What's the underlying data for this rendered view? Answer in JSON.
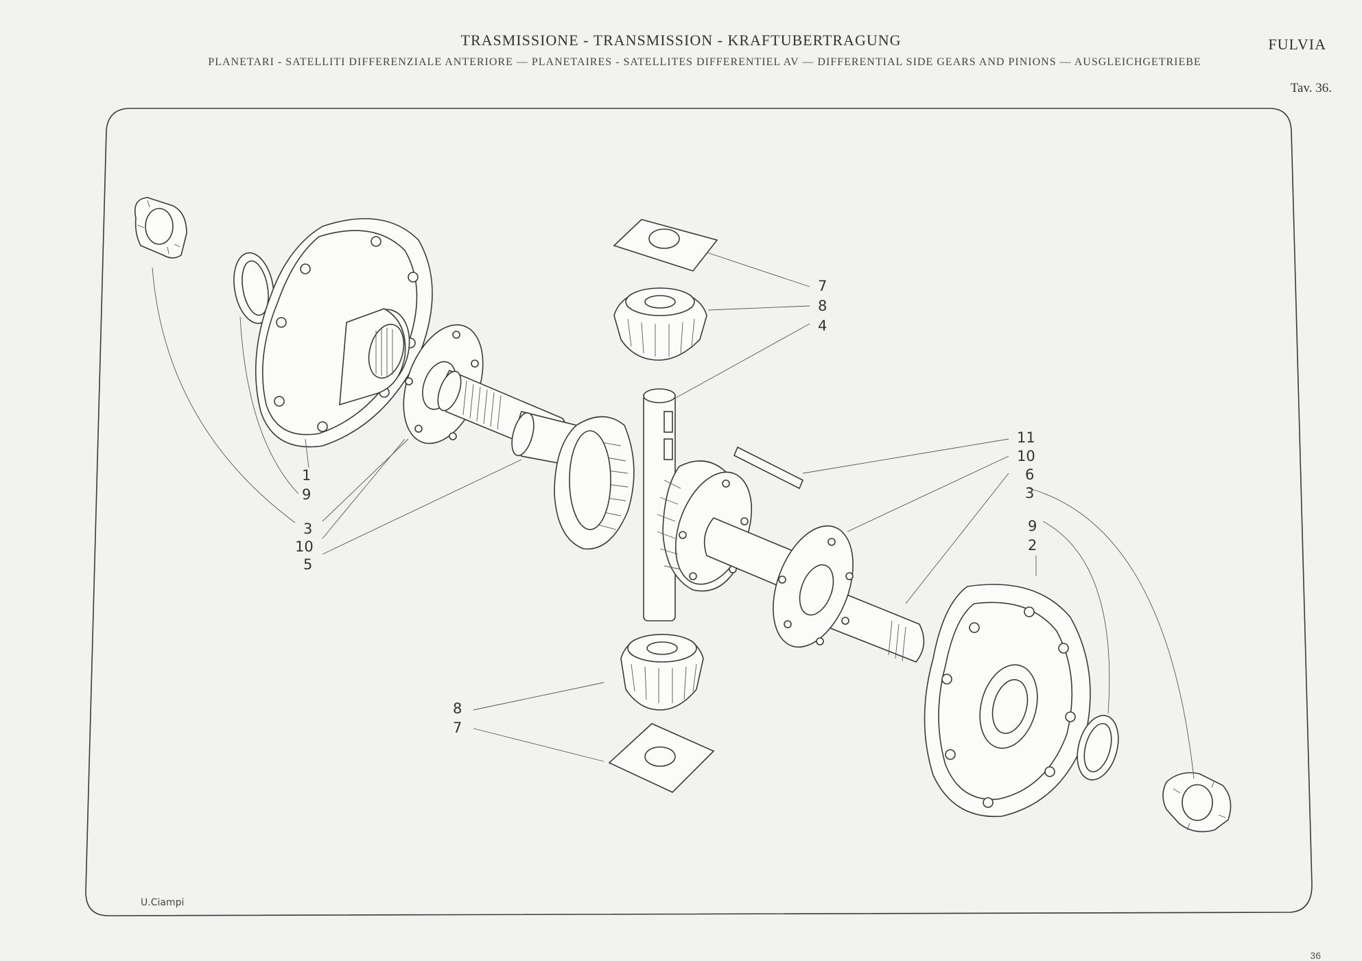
{
  "header": {
    "title": "TRASMISSIONE - TRANSMISSION - KRAFTUBERTRAGUNG",
    "model": "FULVIA",
    "subtitle": "PLANETARI - SATELLITI DIFFERENZIALE ANTERIORE — PLANETAIRES - SATELLITES DIFFERENTIEL AV — DIFFERENTIAL SIDE GEARS AND PINIONS — AUSGLEICHGETRIEBE",
    "plate": "Tav. 36."
  },
  "diagram": {
    "callouts": {
      "top_7": "7",
      "top_8": "8",
      "top_4": "4",
      "left_1": "1",
      "left_9": "9",
      "left_3": "3",
      "left_10": "10",
      "left_5": "5",
      "right_11": "11",
      "right_10": "10",
      "right_6": "6",
      "right_3": "3",
      "right_9": "9",
      "right_2": "2",
      "bottom_8": "8",
      "bottom_7": "7"
    },
    "signature": "U.Ciampi"
  },
  "footer": {
    "page_number": "36"
  },
  "colors": {
    "paper": "#f2f2ef",
    "ink": "#3a3a3a"
  }
}
